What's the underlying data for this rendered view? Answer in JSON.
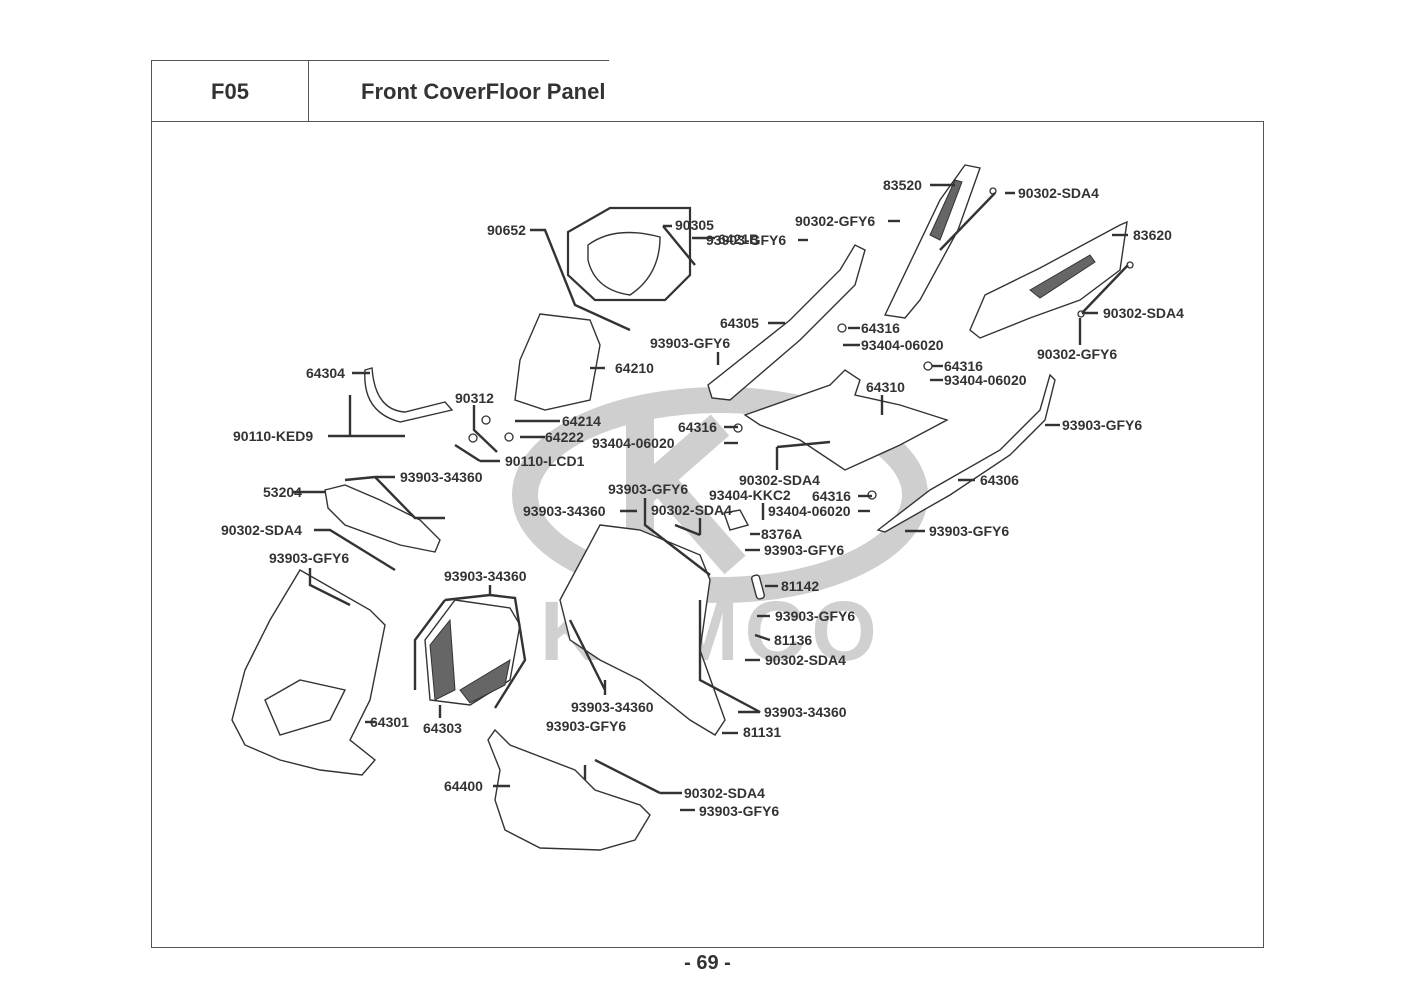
{
  "header": {
    "section_code": "F05",
    "section_title": "Front CoverFloor Panel"
  },
  "watermark": {
    "brand": "KYMCO"
  },
  "parts": [
    {
      "id": "p01",
      "part_no": "83520"
    },
    {
      "id": "p02",
      "part_no": "90302-SDA4"
    },
    {
      "id": "p03",
      "part_no": "90302-GFY6"
    },
    {
      "id": "p04",
      "part_no": "83620"
    },
    {
      "id": "p05",
      "part_no": "90305"
    },
    {
      "id": "p06",
      "part_no": "6421B"
    },
    {
      "id": "p07",
      "part_no": "90652"
    },
    {
      "id": "p08",
      "part_no": "93903-GFY6"
    },
    {
      "id": "p09",
      "part_no": "90302-SDA4"
    },
    {
      "id": "p10",
      "part_no": "64305"
    },
    {
      "id": "p11",
      "part_no": "64316"
    },
    {
      "id": "p12",
      "part_no": "93903-GFY6"
    },
    {
      "id": "p13",
      "part_no": "93404-06020"
    },
    {
      "id": "p14",
      "part_no": "90302-GFY6"
    },
    {
      "id": "p15",
      "part_no": "64210"
    },
    {
      "id": "p16",
      "part_no": "64316"
    },
    {
      "id": "p17",
      "part_no": "64304"
    },
    {
      "id": "p18",
      "part_no": "64310"
    },
    {
      "id": "p19",
      "part_no": "93404-06020"
    },
    {
      "id": "p20",
      "part_no": "90312"
    },
    {
      "id": "p21",
      "part_no": "64214"
    },
    {
      "id": "p22",
      "part_no": "64316"
    },
    {
      "id": "p23",
      "part_no": "93903-GFY6"
    },
    {
      "id": "p24",
      "part_no": "90110-KED9"
    },
    {
      "id": "p25",
      "part_no": "64222"
    },
    {
      "id": "p26",
      "part_no": "93404-06020"
    },
    {
      "id": "p27",
      "part_no": "90110-LCD1"
    },
    {
      "id": "p28",
      "part_no": "93903-34360"
    },
    {
      "id": "p29",
      "part_no": "90302-SDA4"
    },
    {
      "id": "p30",
      "part_no": "64306"
    },
    {
      "id": "p31",
      "part_no": "53204"
    },
    {
      "id": "p32",
      "part_no": "93903-GFY6"
    },
    {
      "id": "p33",
      "part_no": "93404-KKC2"
    },
    {
      "id": "p34",
      "part_no": "64316"
    },
    {
      "id": "p35",
      "part_no": "93903-34360"
    },
    {
      "id": "p36",
      "part_no": "90302-SDA4"
    },
    {
      "id": "p37",
      "part_no": "93404-06020"
    },
    {
      "id": "p38",
      "part_no": "90302-SDA4"
    },
    {
      "id": "p39",
      "part_no": "8376A"
    },
    {
      "id": "p40",
      "part_no": "93903-GFY6"
    },
    {
      "id": "p41",
      "part_no": "93903-GFY6"
    },
    {
      "id": "p42",
      "part_no": "93903-GFY6"
    },
    {
      "id": "p43",
      "part_no": "93903-34360"
    },
    {
      "id": "p44",
      "part_no": "81142"
    },
    {
      "id": "p45",
      "part_no": "93903-GFY6"
    },
    {
      "id": "p46",
      "part_no": "81136"
    },
    {
      "id": "p47",
      "part_no": "90302-SDA4"
    },
    {
      "id": "p48",
      "part_no": "93903-34360"
    },
    {
      "id": "p49",
      "part_no": "93903-34360"
    },
    {
      "id": "p50",
      "part_no": "64301"
    },
    {
      "id": "p51",
      "part_no": "64303"
    },
    {
      "id": "p52",
      "part_no": "93903-GFY6"
    },
    {
      "id": "p53",
      "part_no": "81131"
    },
    {
      "id": "p54",
      "part_no": "64400"
    },
    {
      "id": "p55",
      "part_no": "90302-SDA4"
    },
    {
      "id": "p56",
      "part_no": "93903-GFY6"
    }
  ],
  "footer": {
    "page_number": "- 69 -"
  }
}
